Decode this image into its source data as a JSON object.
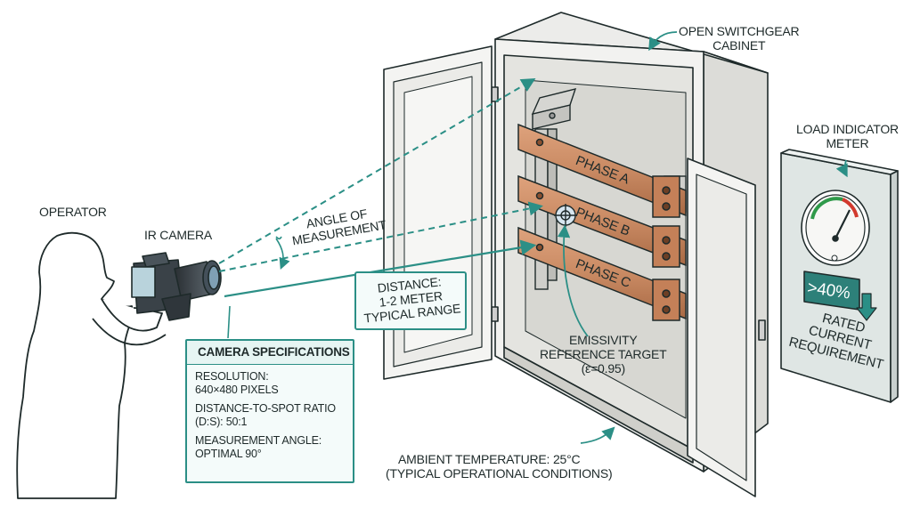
{
  "labels": {
    "operator": "OPERATOR",
    "ir_camera": "IR CAMERA",
    "angle_of_measurement": [
      "ANGLE OF",
      "MEASUREMENT"
    ],
    "distance": [
      "DISTANCE:",
      "1-2 METER",
      "TYPICAL RANGE"
    ],
    "open_cabinet": [
      "OPEN SWITCHGEAR",
      "CABINET"
    ],
    "load_indicator": [
      "LOAD INDICATOR",
      "METER"
    ],
    "phase_a": "PHASE A",
    "phase_b": "PHASE B",
    "phase_c": "PHASE C",
    "emissivity": [
      "EMISSIVITY",
      "REFERENCE TARGET",
      "(ε=0.95)"
    ],
    "meter_reading": ">40%",
    "rated_current": [
      "RATED",
      "CURRENT",
      "REQUIREMENT"
    ],
    "ambient": [
      "AMBIENT TEMPERATURE: 25°C",
      "(TYPICAL OPERATIONAL CONDITIONS)"
    ]
  },
  "camera_specs": {
    "title": "CAMERA SPECIFICATIONS",
    "resolution": [
      "RESOLUTION:",
      "640×480 PIXELS"
    ],
    "ds_ratio": [
      "DISTANCE-TO-SPOT RATIO",
      "(D:S): 50:1"
    ],
    "angle": [
      "MEASUREMENT ANGLE:",
      "OPTIMAL 90°"
    ]
  },
  "colors": {
    "accent_teal": "#2b8f86",
    "copper": "#c98a63",
    "cabinet": "#f2f2f0",
    "line": "#1e2a2a",
    "gauge_red": "#d23a2e",
    "gauge_green": "#2f9a4a"
  }
}
